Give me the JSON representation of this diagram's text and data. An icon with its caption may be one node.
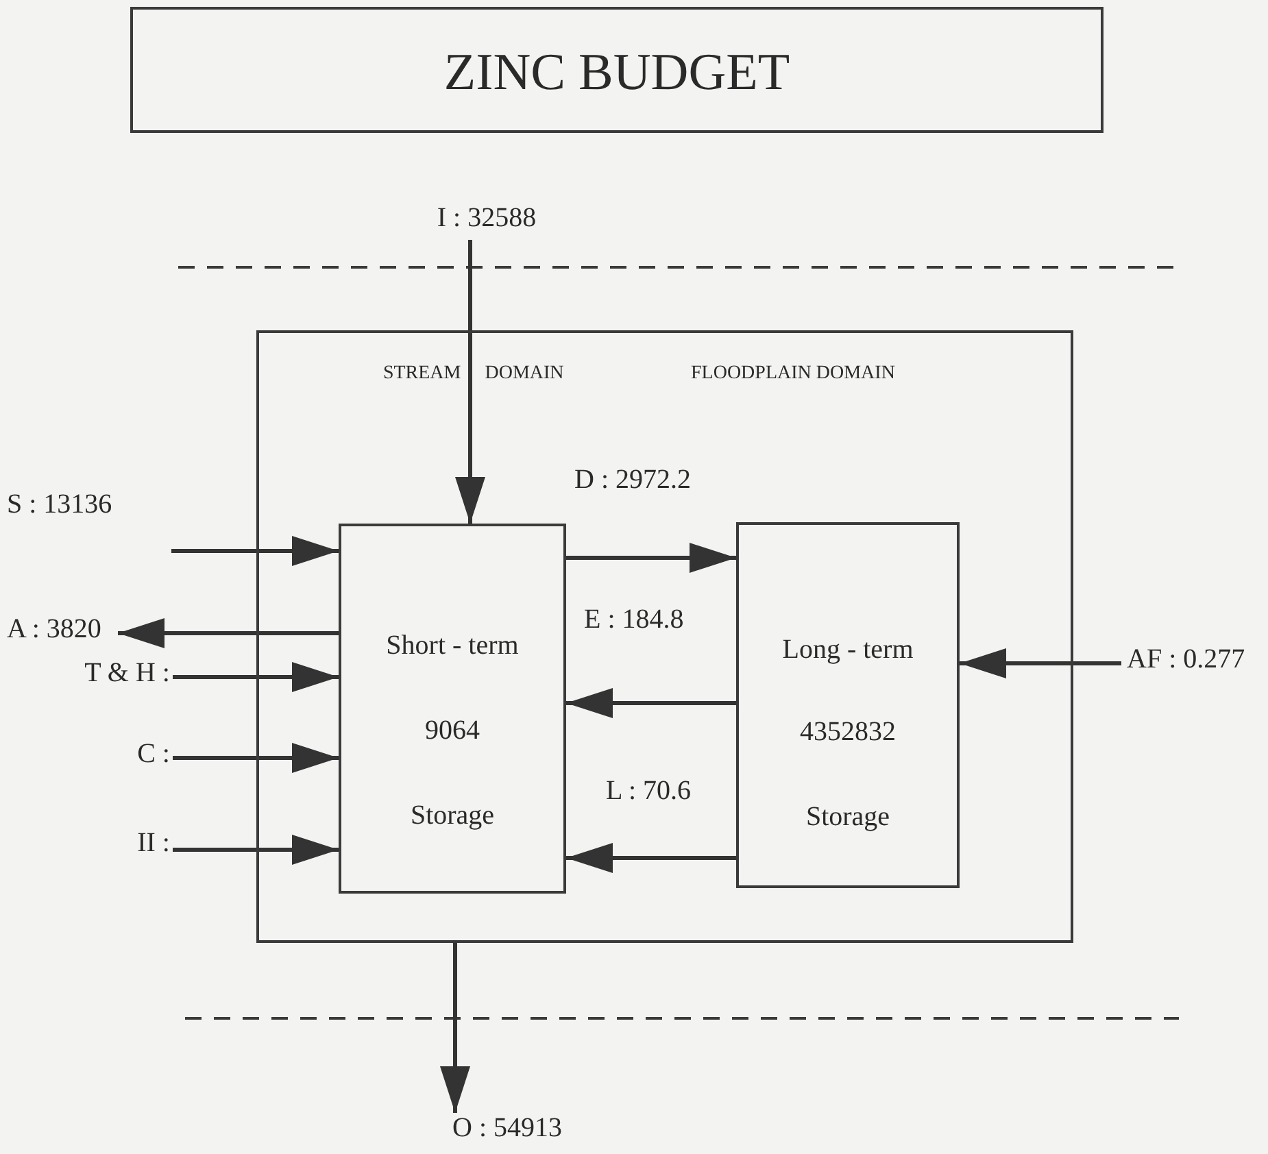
{
  "diagram": {
    "title": "ZINC BUDGET",
    "nodes": [
      {
        "text": [
          "STREAM DOMAIN",
          "FLOODPLAIN DOMAIN"
        ]
      },
      {
        "text": [
          "Short - term",
          "9064",
          "Storage"
        ],
        "in": 0
      },
      {
        "text": [
          "Long - term",
          "4352832",
          "Storage"
        ],
        "in": 0
      },
      {
        "text": [
          "I : 32588"
        ]
      },
      {
        "text": [
          "S : 13136"
        ]
      },
      {
        "text": [
          "A  : 3820"
        ]
      },
      {
        "text": [
          "T & H :"
        ]
      },
      {
        "text": [
          "C :"
        ]
      },
      {
        "text": [
          "II :"
        ]
      },
      {
        "text": [
          "AF : 0.277"
        ]
      },
      {
        "text": [
          "O : 54913"
        ]
      }
    ],
    "edges": [
      {
        "from": 3,
        "to": 1,
        "arrow": "to"
      },
      {
        "from": 4,
        "to": 1,
        "arrow": "to"
      },
      {
        "from": 1,
        "to": 5,
        "arrow": "to"
      },
      {
        "from": 6,
        "to": 1,
        "arrow": "to"
      },
      {
        "from": 7,
        "to": 1,
        "arrow": "to"
      },
      {
        "from": 8,
        "to": 1,
        "arrow": "to"
      },
      {
        "from": 1,
        "to": 2,
        "arrow": "to",
        "label": "D : 2972.2"
      },
      {
        "from": 2,
        "to": 1,
        "arrow": "to",
        "label": "E : 184.8"
      },
      {
        "from": 2,
        "to": 1,
        "arrow": "to",
        "label": "L : 70.6"
      },
      {
        "from": 9,
        "to": 2,
        "arrow": "to"
      },
      {
        "from": 0,
        "to": 10,
        "arrow": "to"
      }
    ]
  }
}
